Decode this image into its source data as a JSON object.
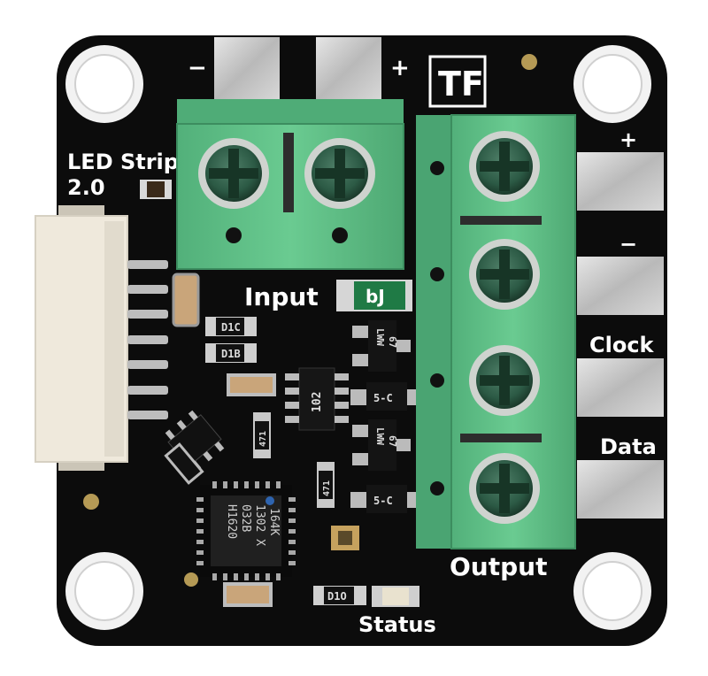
{
  "board": {
    "title": "LED Strip",
    "version": "2.0",
    "logo_text": "TF",
    "colors": {
      "pcb": "#0c0c0c",
      "terminal_block": "#5fbe86",
      "pad": "#c9c9c9",
      "hole_ring": "#f2f2f2",
      "header": "#efe9dc",
      "screw": "#2e5a44"
    }
  },
  "labels": {
    "input": "Input",
    "output": "Output",
    "status": "Status",
    "input_minus": "−",
    "input_plus": "+",
    "out_plus": "+",
    "out_minus": "−",
    "out_clock": "Clock",
    "out_data": "Data"
  },
  "components": {
    "input_cap_marking": "bJ",
    "d1c": "D1C",
    "d1b": "D1B",
    "d10": "D1O",
    "ic_102": "102",
    "lww_a_1": "LWW",
    "lww_a_2": "67",
    "lww_b_1": "LWW",
    "lww_b_2": "67",
    "fet_a": "5-C",
    "fet_b": "5-C",
    "res_a": "471",
    "res_b": "471",
    "mcu_line1": "164K",
    "mcu_line2": "1302 X",
    "mcu_line3": "032B",
    "mcu_line4": "H1620"
  }
}
